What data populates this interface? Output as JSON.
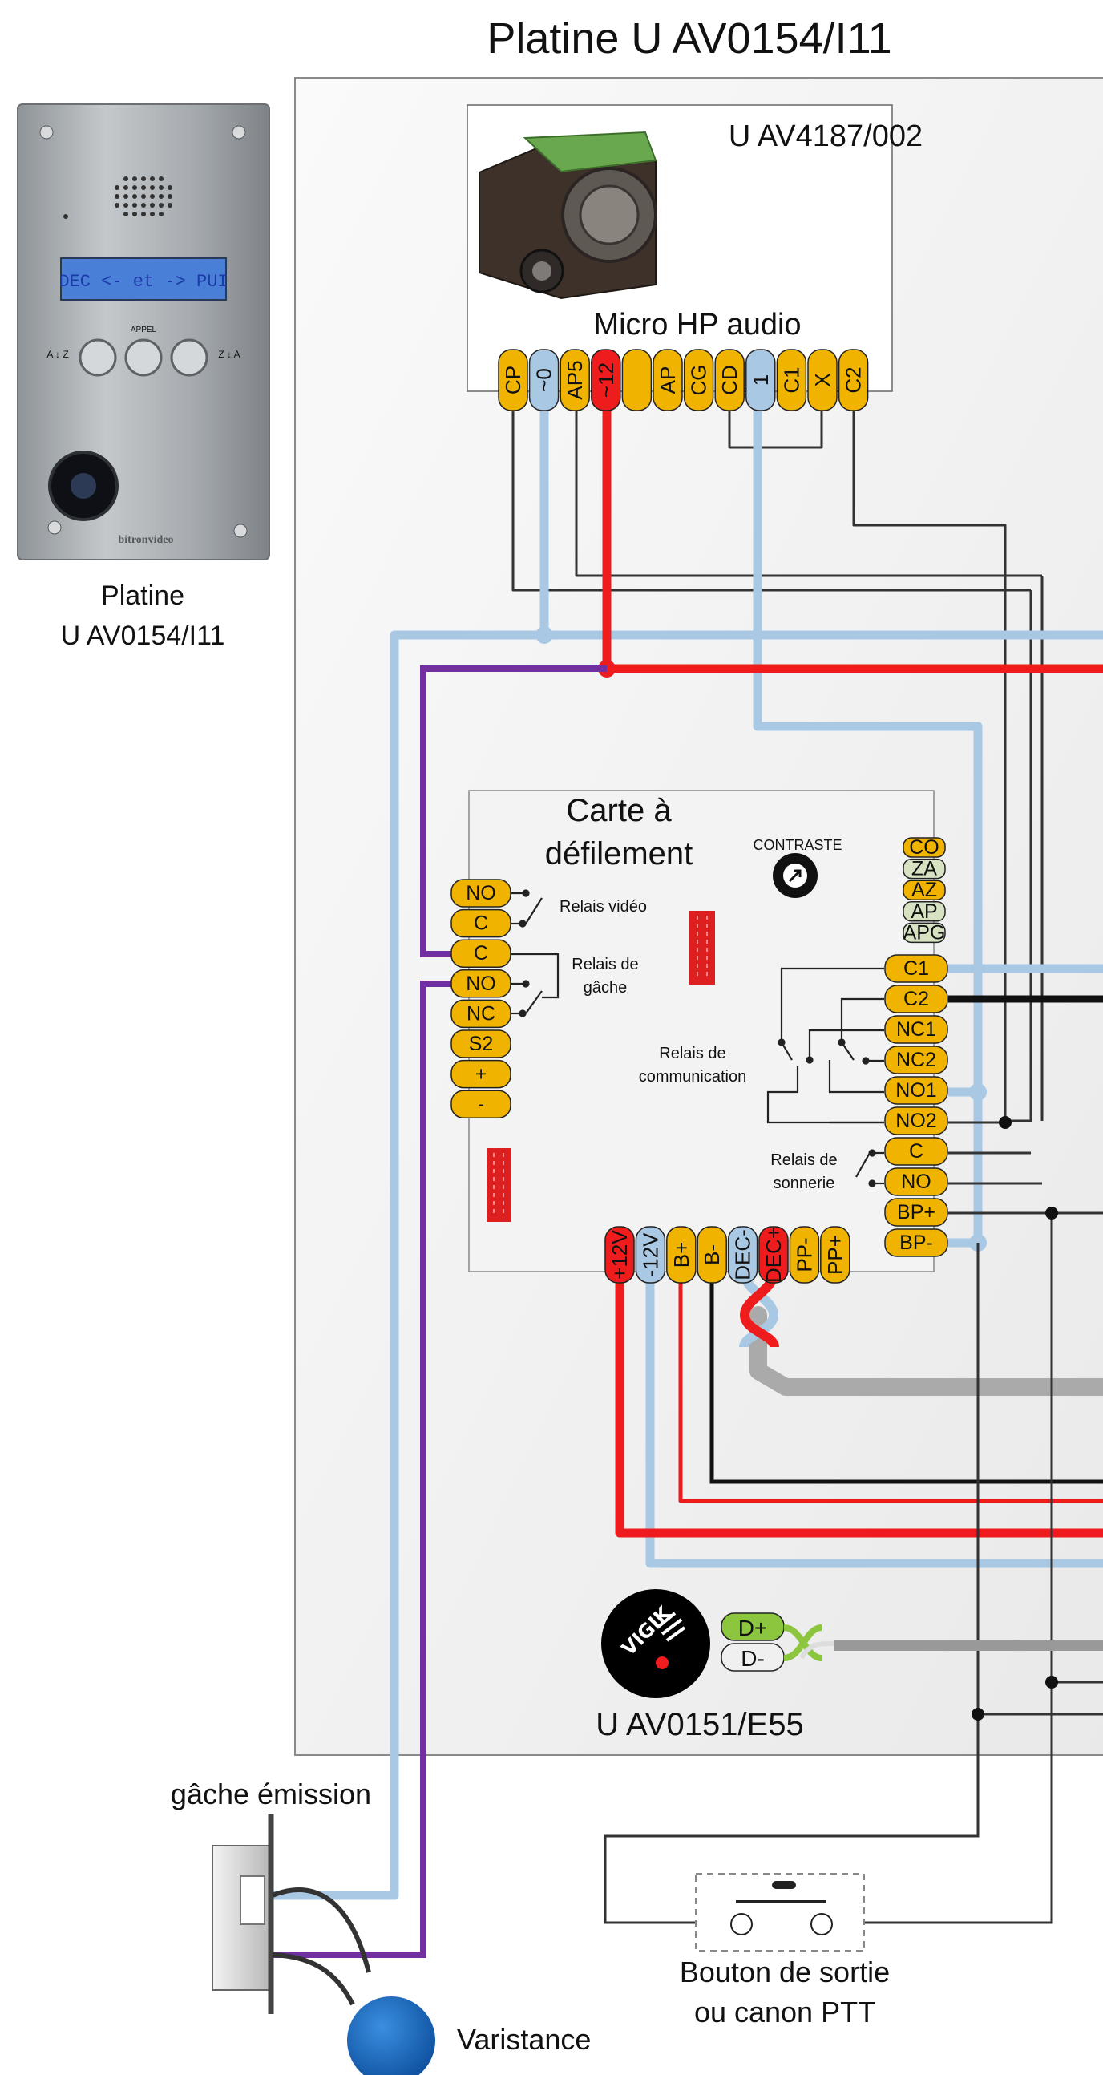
{
  "title": "Platine U AV0154/I11",
  "photo": {
    "caption_line1": "Platine",
    "caption_line2": "U AV0154/I11",
    "display_text": "DEC <- et -> PUI",
    "button_label": "APPEL",
    "arrow_left": "A ↓ Z",
    "arrow_right": "Z ↓ A",
    "brand": "bitronvideo"
  },
  "audio_module": {
    "ref": "U AV4187/002",
    "name": "Micro HP audio",
    "pins": [
      {
        "label": "CP",
        "color": "#f0b400"
      },
      {
        "label": "~0",
        "color": "#a9c8e4"
      },
      {
        "label": "AP5",
        "color": "#f0b400"
      },
      {
        "label": "~12",
        "color": "#ee1c1c"
      },
      {
        "label": "",
        "color": "#f0b400"
      },
      {
        "label": "AP",
        "color": "#f0b400"
      },
      {
        "label": "CG",
        "color": "#f0b400"
      },
      {
        "label": "CD",
        "color": "#f0b400"
      },
      {
        "label": "1",
        "color": "#a9c8e4"
      },
      {
        "label": "C1",
        "color": "#f0b400"
      },
      {
        "label": "X",
        "color": "#f0b400"
      },
      {
        "label": "C2",
        "color": "#f0b400"
      }
    ]
  },
  "scroll_card": {
    "title_line1": "Carte à",
    "title_line2": "défilement",
    "contrast_label": "CONTRASTE",
    "left_pins": [
      "NO",
      "C",
      "C",
      "NO",
      "NC",
      "S2",
      "+",
      "-"
    ],
    "relay_video": "Relais vidéo",
    "relay_gache_1": "Relais de",
    "relay_gache_2": "gâche",
    "top_right_pins": [
      {
        "label": "CO",
        "color": "#f0b400"
      },
      {
        "label": "ZA",
        "color": "#d6e2c2"
      },
      {
        "label": "AZ",
        "color": "#f0b400"
      },
      {
        "label": "AP",
        "color": "#d6e2c2"
      },
      {
        "label": "APG",
        "color": "#d6e2c2"
      }
    ],
    "right_pins": [
      "C1",
      "C2",
      "NC1",
      "NC2",
      "NO1",
      "NO2",
      "C",
      "NO",
      "BP+",
      "BP-"
    ],
    "relay_comm_1": "Relais de",
    "relay_comm_2": "communication",
    "relay_bell_1": "Relais de",
    "relay_bell_2": "sonnerie",
    "bottom_pins": [
      {
        "label": "+12V",
        "color": "#ee1c1c"
      },
      {
        "label": "-12V",
        "color": "#a9c8e4"
      },
      {
        "label": "B+",
        "color": "#f0b400"
      },
      {
        "label": "B-",
        "color": "#f0b400"
      },
      {
        "label": "DEC-",
        "color": "#a9c8e4"
      },
      {
        "label": "DEC+",
        "color": "#ee1c1c"
      },
      {
        "label": "PP-",
        "color": "#f0b400"
      },
      {
        "label": "PP+",
        "color": "#f0b400"
      }
    ]
  },
  "vigik": {
    "ref": "U AV0151/E55",
    "logo": "VIGIK",
    "pin_dplus": "D+",
    "pin_dminus": "D-"
  },
  "labels": {
    "gache": "gâche émission",
    "varistance": "Varistance",
    "button_line1": "Bouton de sortie",
    "button_line2": "ou canon PTT"
  },
  "colors": {
    "yellow_pin": "#f0b400",
    "blue_pin": "#a9c8e4",
    "red_pin": "#ee1c1c",
    "wire_blue": "#a9c8e4",
    "wire_red": "#ee1c1c",
    "wire_purple": "#7030a0",
    "wire_black": "#333333",
    "wire_gray": "#aaaaaa",
    "bus_green": "#8cc63f"
  }
}
